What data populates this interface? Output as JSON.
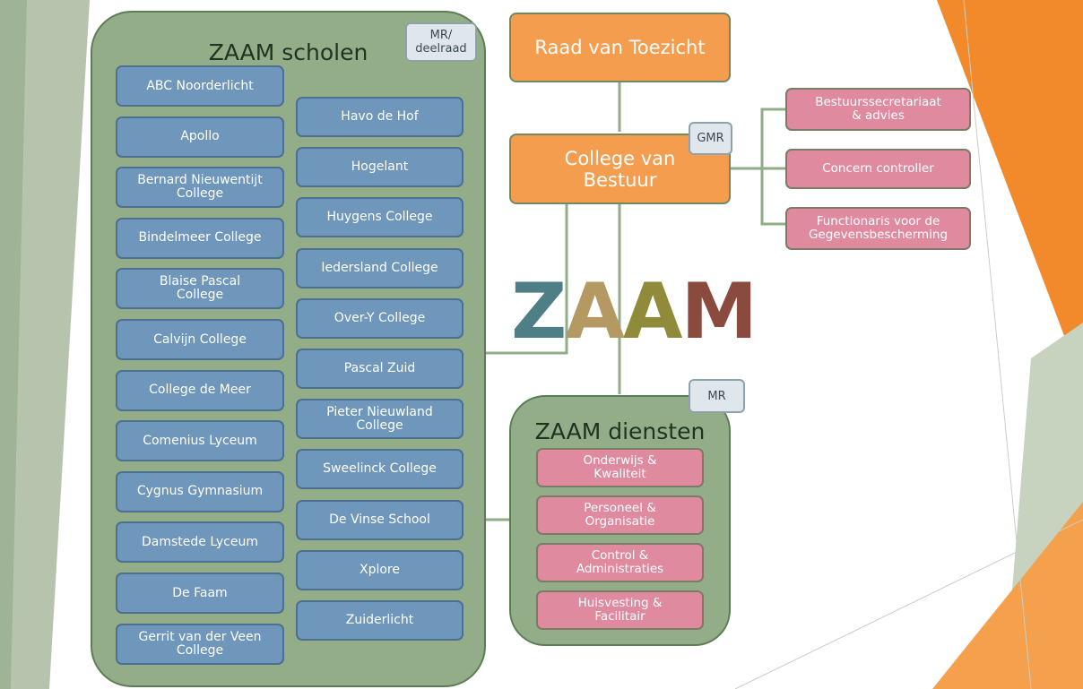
{
  "diagram": {
    "supervisory_board": "Raad van Toezicht",
    "executive_board": "College van\nBestuur",
    "gmr_tag": "GMR",
    "mr_deelraad_tag": "MR/\ndeelraad",
    "mr_tag": "MR",
    "staff_offices": [
      "Bestuurssecretariaat\n& advies",
      "Concern controller",
      "Functionaris voor de\nGegevensbescherming"
    ],
    "schools_group": {
      "title": "ZAAM scholen",
      "left_column": [
        "ABC Noorderlicht",
        "Apollo",
        "Bernard Nieuwentijt\nCollege",
        "Bindelmeer College",
        "Blaise Pascal\nCollege",
        "Calvijn College",
        "College de Meer",
        "Comenius Lyceum",
        "Cygnus Gymnasium",
        "Damstede Lyceum",
        "De Faam",
        "Gerrit van der Veen\nCollege"
      ],
      "right_column": [
        "Havo de Hof",
        "Hogelant",
        "Huygens College",
        "Iedersland College",
        "Over-Y College",
        "Pascal Zuid",
        "Pieter Nieuwland\nCollege",
        "Sweelinck College",
        "De Vinse School",
        "Xplore",
        "Zuiderlicht"
      ]
    },
    "services_group": {
      "title": "ZAAM diensten",
      "items": [
        "Onderwijs &\nKwaliteit",
        "Personeel &\nOrganisatie",
        "Control &\nAdministraties",
        "Huisvesting &\nFacilitair"
      ]
    },
    "logo_text": "ZAAM"
  },
  "colors": {
    "group_fill": "#94ad89",
    "school_box": "#6f96bb",
    "staff_box": "#e08aa0",
    "orange_box": "#f59d4f",
    "accent_orange": "#f28a2b",
    "logo_letters": [
      "#4e7e86",
      "#b49a62",
      "#8f8b3a",
      "#3f5a4a",
      "#8a4a3e"
    ]
  }
}
